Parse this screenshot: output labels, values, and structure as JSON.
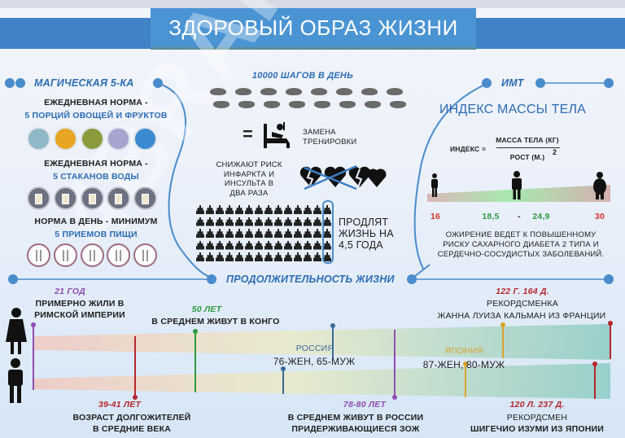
{
  "header": {
    "title": "ЗДОРОВЫЙ ОБРАЗ ЖИЗНИ"
  },
  "watermark": "4BRAIN.RU",
  "magic5": {
    "title": "МАГИЧЕСКАЯ 5-КА",
    "veg_line1": "ЕЖЕДНЕВНАЯ НОРМА -",
    "veg_line2": "5 ПОРЦИЙ ОВОЩЕЙ И ФРУКТОВ",
    "fruit_colors": [
      "#8fb8c6",
      "#e7a521",
      "#8a9a3c",
      "#a8a4d0",
      "#3b8ad0"
    ],
    "water_line1": "ЕЖЕДНЕВНАЯ НОРМА -",
    "water_line2": "5 СТАКАНОВ ВОДЫ",
    "water_count": 5,
    "meals_line1": "НОРМА В ДЕНЬ - МИНИМУМ",
    "meals_line2": "5 ПРИЕМОВ ПИЩИ",
    "meals_count": 5
  },
  "steps": {
    "title": "10000 ШАГОВ В ДЕНЬ",
    "equals": "=",
    "workout_line1": "ЗАМЕНА",
    "workout_line2": "ТРЕНИРОВКИ",
    "risk_lines": [
      "СНИЖАЮТ РИСК",
      "ИНФАРКТА И",
      "ИНСУЛЬТА В",
      "ДВА РАЗА"
    ],
    "extend_lines": [
      "ПРОДЛЯТ",
      "ЖИЗНЬ НА",
      "4,5 ГОДА"
    ]
  },
  "bmi": {
    "title": "ИМТ",
    "subtitle": "ИНДЕКС МАССЫ ТЕЛА",
    "formula_label": "ИНДЕКС =",
    "numerator": "МАССА ТЕЛА (КГ)",
    "denominator": "РОСТ (М.)",
    "exponent": "2",
    "scale": {
      "low": "16",
      "normal_from": "18,5",
      "dash": "-",
      "normal_to": "24,9",
      "high": "30"
    },
    "note_lines": [
      "ОЖИРЕНИЕ ВЕДЕТ К ПОВЫШЕННОМУ",
      "РИСКУ САХАРНОГО ДИАБЕТА 2 ТИПА И",
      "СЕРДЕЧНО-СОСУДИСТЫХ ЗАБОЛЕВАНИЙ."
    ]
  },
  "lifespan": {
    "title": "ПРОДОЛЖИТЕЛЬНОСТЬ ЖИЗНИ",
    "rome": {
      "value": "21 ГОД",
      "line1": "ПРИМЕРНО ЖИЛИ В",
      "line2": "РИМСКОЙ ИМПЕРИИ"
    },
    "middle_ages": {
      "value": "39-41 ЛЕТ",
      "line1": "ВОЗРАСТ ДОЛГОЖИТЕЛЕЙ",
      "line2": "В СРЕДНИЕ ВЕКА"
    },
    "congo": {
      "value": "50 ЛЕТ",
      "line1": "В СРЕДНЕМ ЖИВУТ В КОНГО"
    },
    "russia": {
      "label": "РОССИЯ",
      "values": "76-ЖЕН, 65-МУЖ"
    },
    "russia_healthy": {
      "value": "78-80 ЛЕТ",
      "line1": "В СРЕДНЕМ ЖИВУТ В РОССИИ",
      "line2": "ПРИДЕРЖИВАЮЩИЕСЯ ЗОЖ"
    },
    "japan": {
      "label": "ЯПОНИЯ",
      "values": "87-ЖЕН, 80-МУЖ"
    },
    "record_female": {
      "value": "122 Г. 164 Д.",
      "line1": "РЕКОРДСМЕНКА",
      "line2": "ЖАННА ЛУИЗА КАЛЬМАН ИЗ ФРАНЦИИ"
    },
    "record_male": {
      "value": "120 Л. 237 Д.",
      "line1": "РЕКОРДСМЕН",
      "line2": "ШИГЕЧИО ИЗУМИ ИЗ ЯПОНИИ"
    }
  },
  "colors": {
    "blue": "#2d6db4",
    "purple": "#8e4db0",
    "red": "#b5262e",
    "green": "#2e9a3e",
    "yellow": "#d9a32a",
    "steel": "#3d6a9a"
  }
}
